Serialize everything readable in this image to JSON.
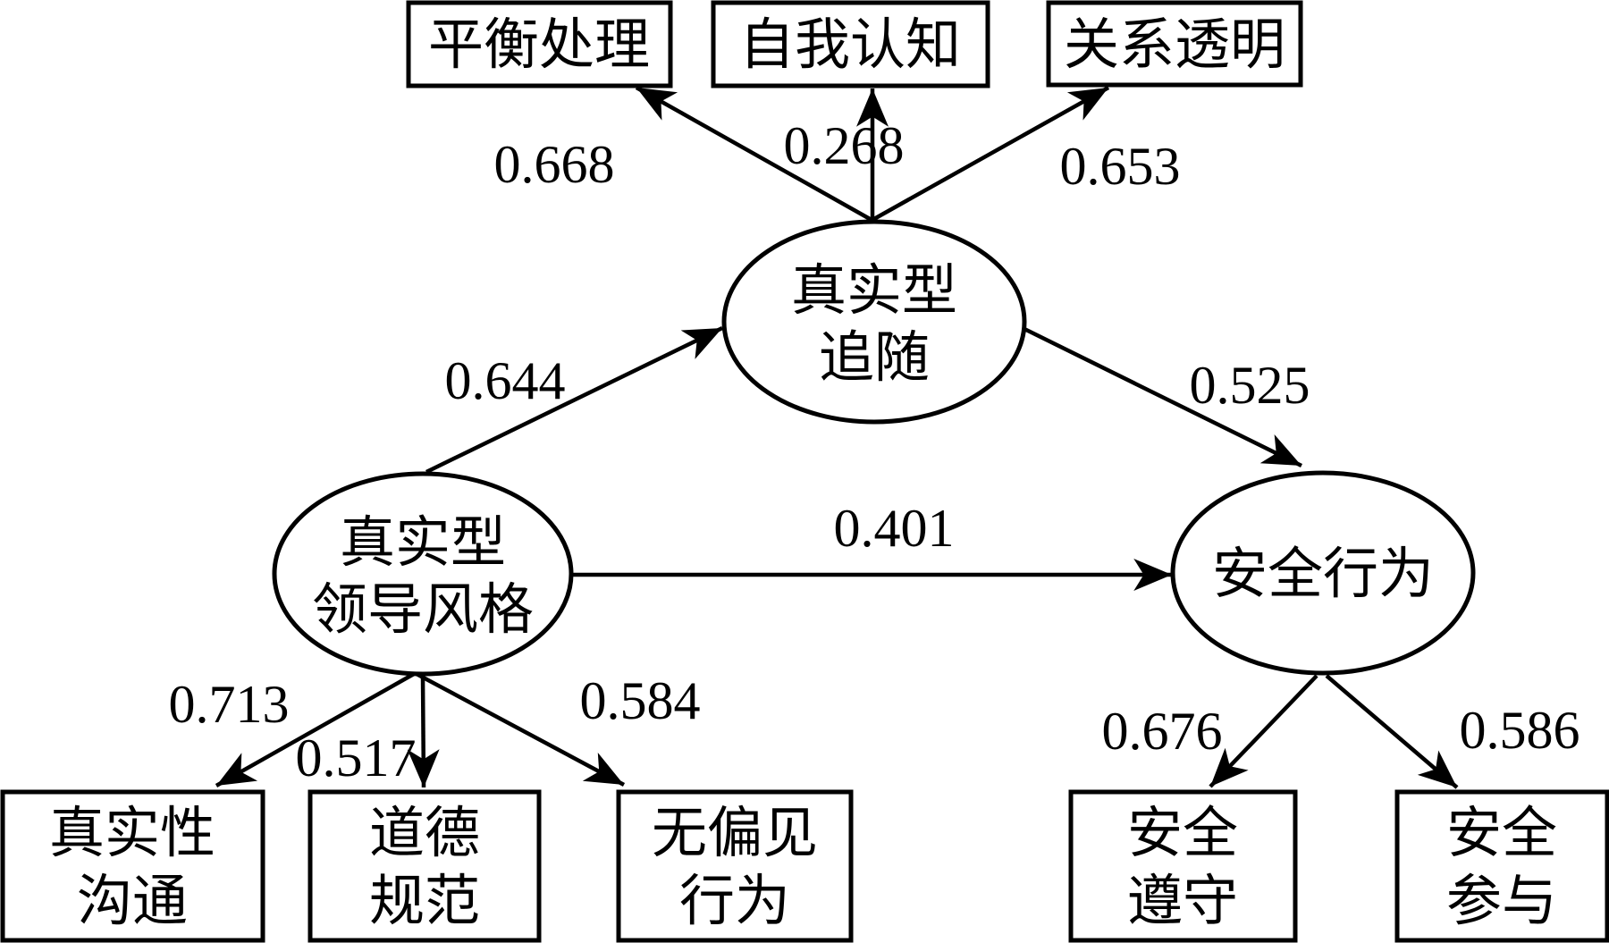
{
  "colors": {
    "background": "#ffffff",
    "ink": "#000000"
  },
  "nodes": {
    "balanced_processing": {
      "label": "平衡处理",
      "shape": "rect"
    },
    "self_awareness": {
      "label": "自我认知",
      "shape": "rect"
    },
    "relational_transparency": {
      "label": "关系透明",
      "shape": "rect"
    },
    "authentic_followership": {
      "line1": "真实型",
      "line2": "追随",
      "shape": "ellipse"
    },
    "authentic_leadership": {
      "line1": "真实型",
      "line2": "领导风格",
      "shape": "ellipse"
    },
    "safety_behavior": {
      "label": "安全行为",
      "shape": "ellipse"
    },
    "authentic_communication": {
      "line1": "真实性",
      "line2": "沟通",
      "shape": "rect"
    },
    "moral_norms": {
      "line1": "道德",
      "line2": "规范",
      "shape": "rect"
    },
    "unbiased_behavior": {
      "line1": "无偏见",
      "line2": "行为",
      "shape": "rect"
    },
    "safety_compliance": {
      "line1": "安全",
      "line2": "遵守",
      "shape": "rect"
    },
    "safety_participation": {
      "line1": "安全",
      "line2": "参与",
      "shape": "rect"
    }
  },
  "coefficients": {
    "followership_to_balanced_processing": "0.668",
    "followership_to_self_awareness": "0.268",
    "followership_to_relational_transparency": "0.653",
    "leadership_to_followership": "0.644",
    "followership_to_safety_behavior": "0.525",
    "leadership_to_safety_behavior": "0.401",
    "leadership_to_authentic_communication": "0.713",
    "leadership_to_moral_norms": "0.517",
    "leadership_to_unbiased_behavior": "0.584",
    "safety_behavior_to_compliance": "0.676",
    "safety_behavior_to_participation": "0.586"
  }
}
